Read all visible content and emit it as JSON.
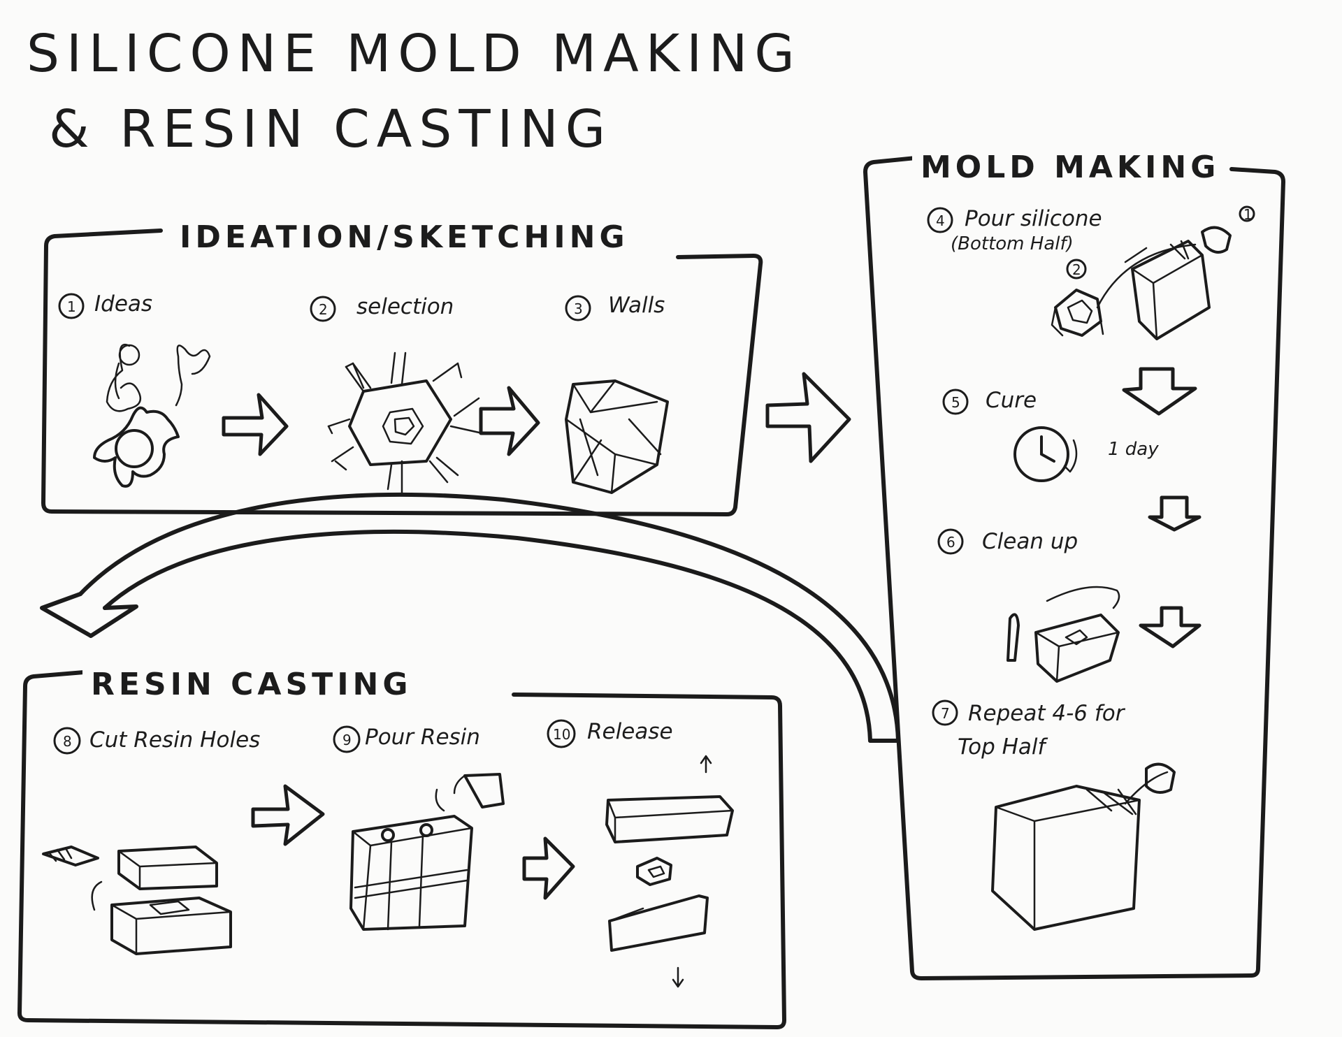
{
  "title": {
    "line1": "SILICONE MOLD MAKING",
    "line2": "& RESIN CASTING"
  },
  "sections": {
    "ideation": {
      "heading": "IDEATION/SKETCHING",
      "steps": [
        {
          "num": "1",
          "label": "Ideas"
        },
        {
          "num": "2",
          "label": "selection"
        },
        {
          "num": "3",
          "label": "Walls"
        }
      ]
    },
    "mold_making": {
      "heading": "MOLD MAKING",
      "steps": [
        {
          "num": "4",
          "label": "Pour silicone",
          "sublabel": "(Bottom Half)"
        },
        {
          "num": "5",
          "label": "Cure",
          "note": "1 day"
        },
        {
          "num": "6",
          "label": "Clean up"
        },
        {
          "num": "7",
          "label": "Repeat 4-6 for",
          "sublabel": "Top Half"
        }
      ],
      "diagram_marks": [
        "1",
        "2"
      ]
    },
    "resin_casting": {
      "heading": "RESIN CASTING",
      "steps": [
        {
          "num": "8",
          "label": "Cut Resin Holes"
        },
        {
          "num": "9",
          "label": "Pour Resin"
        },
        {
          "num": "10",
          "label": "Release"
        }
      ]
    }
  },
  "icons": [
    "arrow-right-icon",
    "arrow-down-icon",
    "curved-arrow-icon",
    "clock-icon",
    "cup-icon",
    "knife-icon",
    "box-icon",
    "mold-shape-icon"
  ]
}
